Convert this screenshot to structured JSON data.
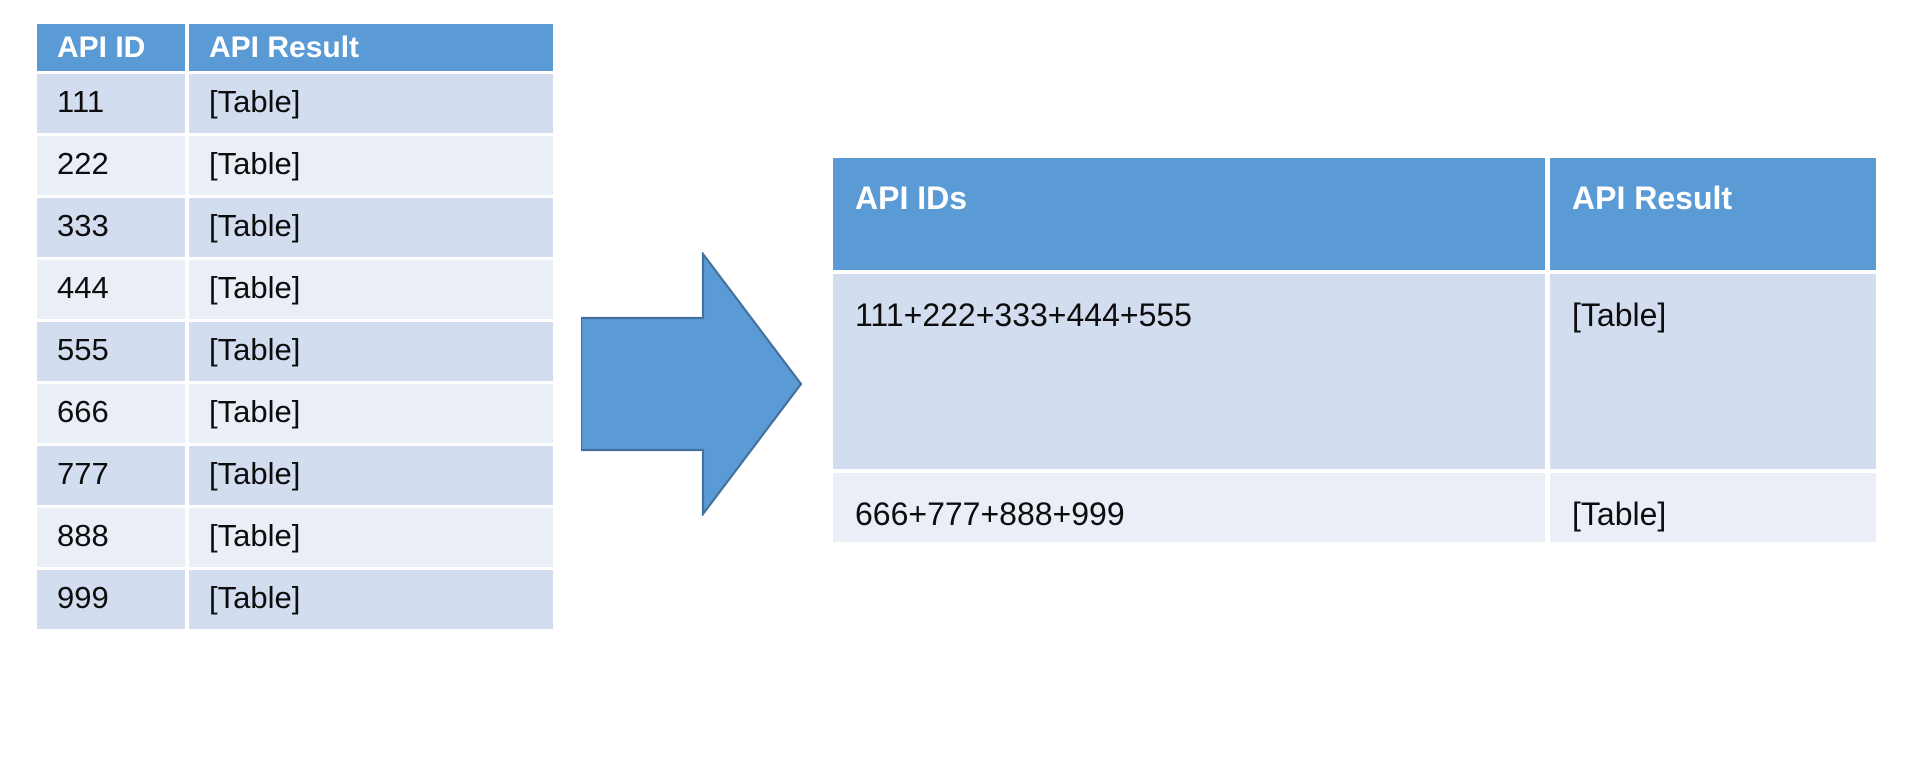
{
  "theme": {
    "header_blue": "#5b9bd5",
    "row_dark": "#d2ddef",
    "row_light": "#e9eef7",
    "arrow_fill": "#5b9bd5",
    "arrow_stroke": "#41719c",
    "text_dark": "#0d0d0d",
    "text_light": "#ffffff",
    "background": "#ffffff"
  },
  "left_table": {
    "name": "individual-api-calls-table",
    "headers": [
      "API ID",
      "API Result"
    ],
    "rows": [
      {
        "id": "111",
        "result": "[Table]"
      },
      {
        "id": "222",
        "result": "[Table]"
      },
      {
        "id": "333",
        "result": "[Table]"
      },
      {
        "id": "444",
        "result": "[Table]"
      },
      {
        "id": "555",
        "result": "[Table]"
      },
      {
        "id": "666",
        "result": "[Table]"
      },
      {
        "id": "777",
        "result": "[Table]"
      },
      {
        "id": "888",
        "result": "[Table]"
      },
      {
        "id": "999",
        "result": "[Table]"
      }
    ]
  },
  "arrow": {
    "name": "right-arrow",
    "icon": "arrow-right-icon",
    "direction": "right"
  },
  "right_table": {
    "name": "batched-api-calls-table",
    "headers": [
      "API IDs",
      "API Result"
    ],
    "rows": [
      {
        "ids": "111+222+333+444+555",
        "result": "[Table]"
      },
      {
        "ids": "666+777+888+999",
        "result": "[Table]"
      }
    ]
  }
}
